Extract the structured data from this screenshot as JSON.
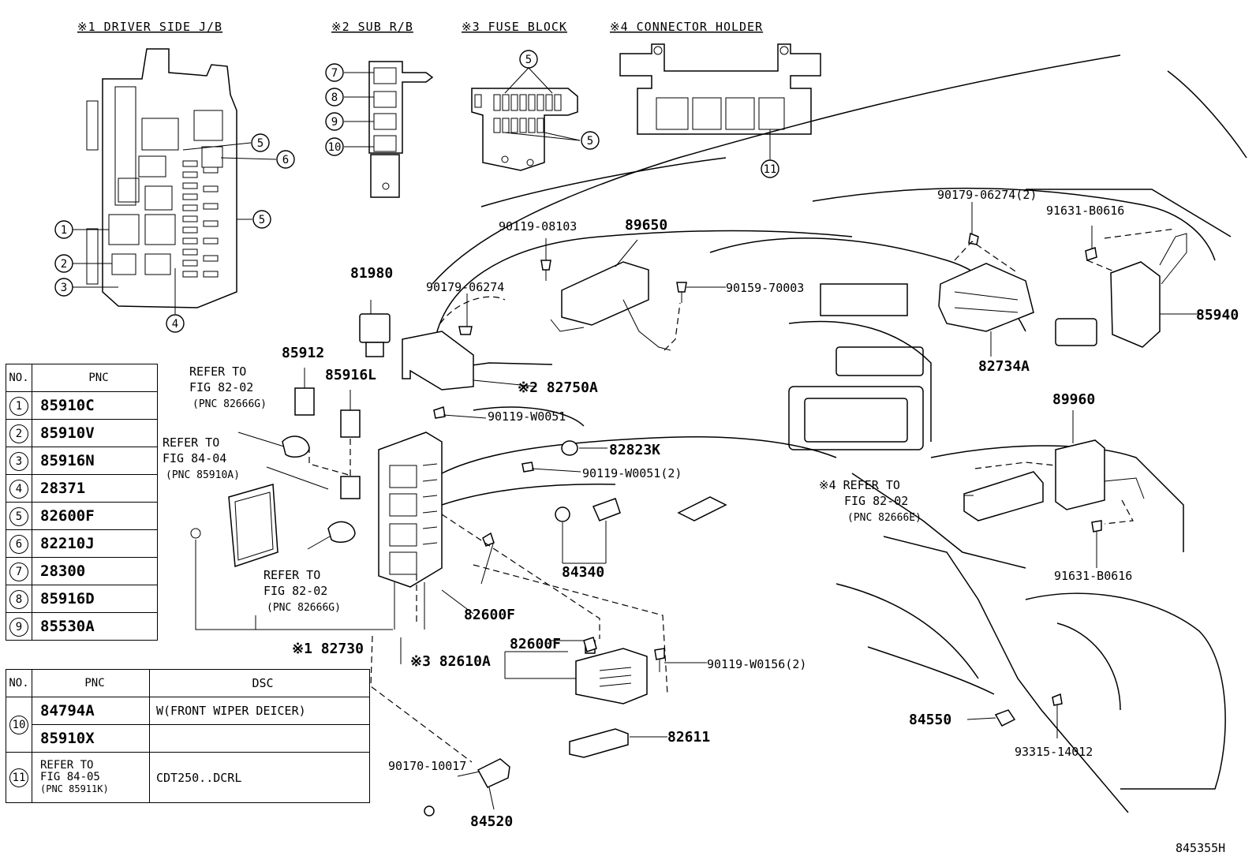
{
  "sections": {
    "s1": "※1 DRIVER SIDE J/B",
    "s2": "※2 SUB R/B",
    "s3": "※3 FUSE BLOCK",
    "s4": "※4 CONNECTOR HOLDER"
  },
  "callouts": {
    "c1": "1",
    "c2": "2",
    "c3": "3",
    "c4": "4",
    "c5": "5",
    "c6": "6",
    "c7": "7",
    "c8": "8",
    "c9": "9",
    "c10": "10",
    "c11": "11"
  },
  "labels": {
    "p89650": "89650",
    "p90119_08103": "90119-08103",
    "p90179_06274": "90179-06274",
    "p90159_70003": "90159-70003",
    "p81980": "81980",
    "p85912": "85912",
    "p85916L": "85916L",
    "p82750A": "※2 82750A",
    "p90119_W0051": "90119-W0051",
    "p82823K": "82823K",
    "p90119_W0051_2": "90119-W0051(2)",
    "p84340": "84340",
    "p82600F": "82600F",
    "p82730": "※1 82730",
    "p82610A": "※3 82610A",
    "p82600F_b": "82600F",
    "p90119_W0156": "90119-W0156(2)",
    "p82611": "82611",
    "p90170_10017": "90170-10017",
    "p84520": "84520",
    "p90179_06274_2": "90179-06274(2)",
    "p91631_B0616": "91631-B0616",
    "p85940": "85940",
    "p82734A": "82734A",
    "p89960": "89960",
    "p91631_B0616_b": "91631-B0616",
    "p84550": "84550",
    "p93315_14012": "93315-14012",
    "diagram_id": "845355H"
  },
  "refers": {
    "r1": {
      "a": "REFER TO",
      "b": "FIG 82-02",
      "c": "(PNC 82666G)"
    },
    "r2": {
      "a": "REFER TO",
      "b": "FIG 84-04",
      "c": "(PNC 85910A)"
    },
    "r3": {
      "a": "REFER TO",
      "b": "FIG 82-02",
      "c": "(PNC 82666G)"
    },
    "r4": {
      "a": "※4 REFER TO",
      "b": "FIG 82-02",
      "c": "(PNC 82666E)"
    }
  },
  "table1": {
    "head_no": "NO.",
    "head_pnc": "PNC",
    "rows": [
      {
        "no": "1",
        "pnc": "85910C"
      },
      {
        "no": "2",
        "pnc": "85910V"
      },
      {
        "no": "3",
        "pnc": "85916N"
      },
      {
        "no": "4",
        "pnc": "28371"
      },
      {
        "no": "5",
        "pnc": "82600F"
      },
      {
        "no": "6",
        "pnc": "82210J"
      },
      {
        "no": "7",
        "pnc": "28300"
      },
      {
        "no": "8",
        "pnc": "85916D"
      },
      {
        "no": "9",
        "pnc": "85530A"
      }
    ]
  },
  "table2": {
    "head_no": "NO.",
    "head_pnc": "PNC",
    "head_dsc": "DSC",
    "row10": {
      "no": "10",
      "pnc_a": "84794A",
      "dsc_a": "W(FRONT WIPER DEICER)",
      "pnc_b": "85910X",
      "dsc_b": ""
    },
    "row11": {
      "no": "11",
      "pnc_a": "REFER TO",
      "pnc_b": "FIG 84-05",
      "pnc_c": "(PNC 85911K)",
      "dsc": "CDT250..DCRL"
    }
  }
}
